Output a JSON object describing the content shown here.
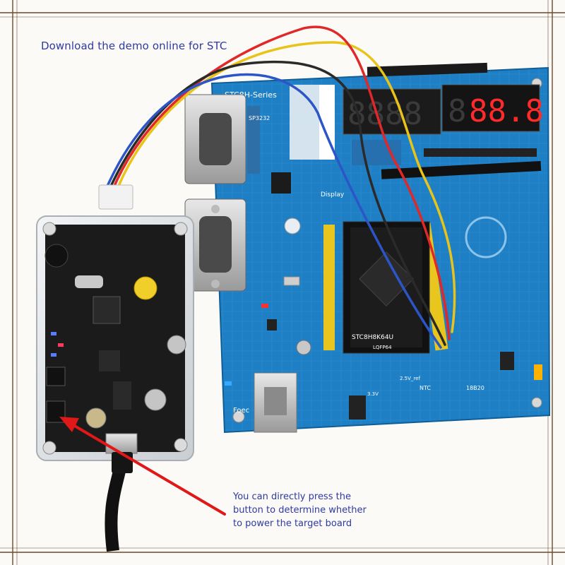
{
  "headline": "Download the demo online for STC",
  "annotation": {
    "lines": [
      "You can directly press the",
      "button to determine whether",
      "to power the target board"
    ]
  },
  "board": {
    "series_label": "STC8H-Series",
    "chip_label": "STC8H8K64U",
    "package_label": "LQFP64",
    "display_label": "Display",
    "sp3232_label": "SP3232",
    "ntc_label": "NTC",
    "ds18b20_label": "18B20",
    "vref_label": "2.5V_ref",
    "v33_label": "3.3V",
    "foec_label": "Foec",
    "seven_segment_value": "88.8"
  },
  "colors": {
    "board_blue": "#1f7fc4",
    "display_red": "#ff2a2a",
    "arrow_red": "#e01818",
    "caption_blue": "#2f3aa0"
  }
}
